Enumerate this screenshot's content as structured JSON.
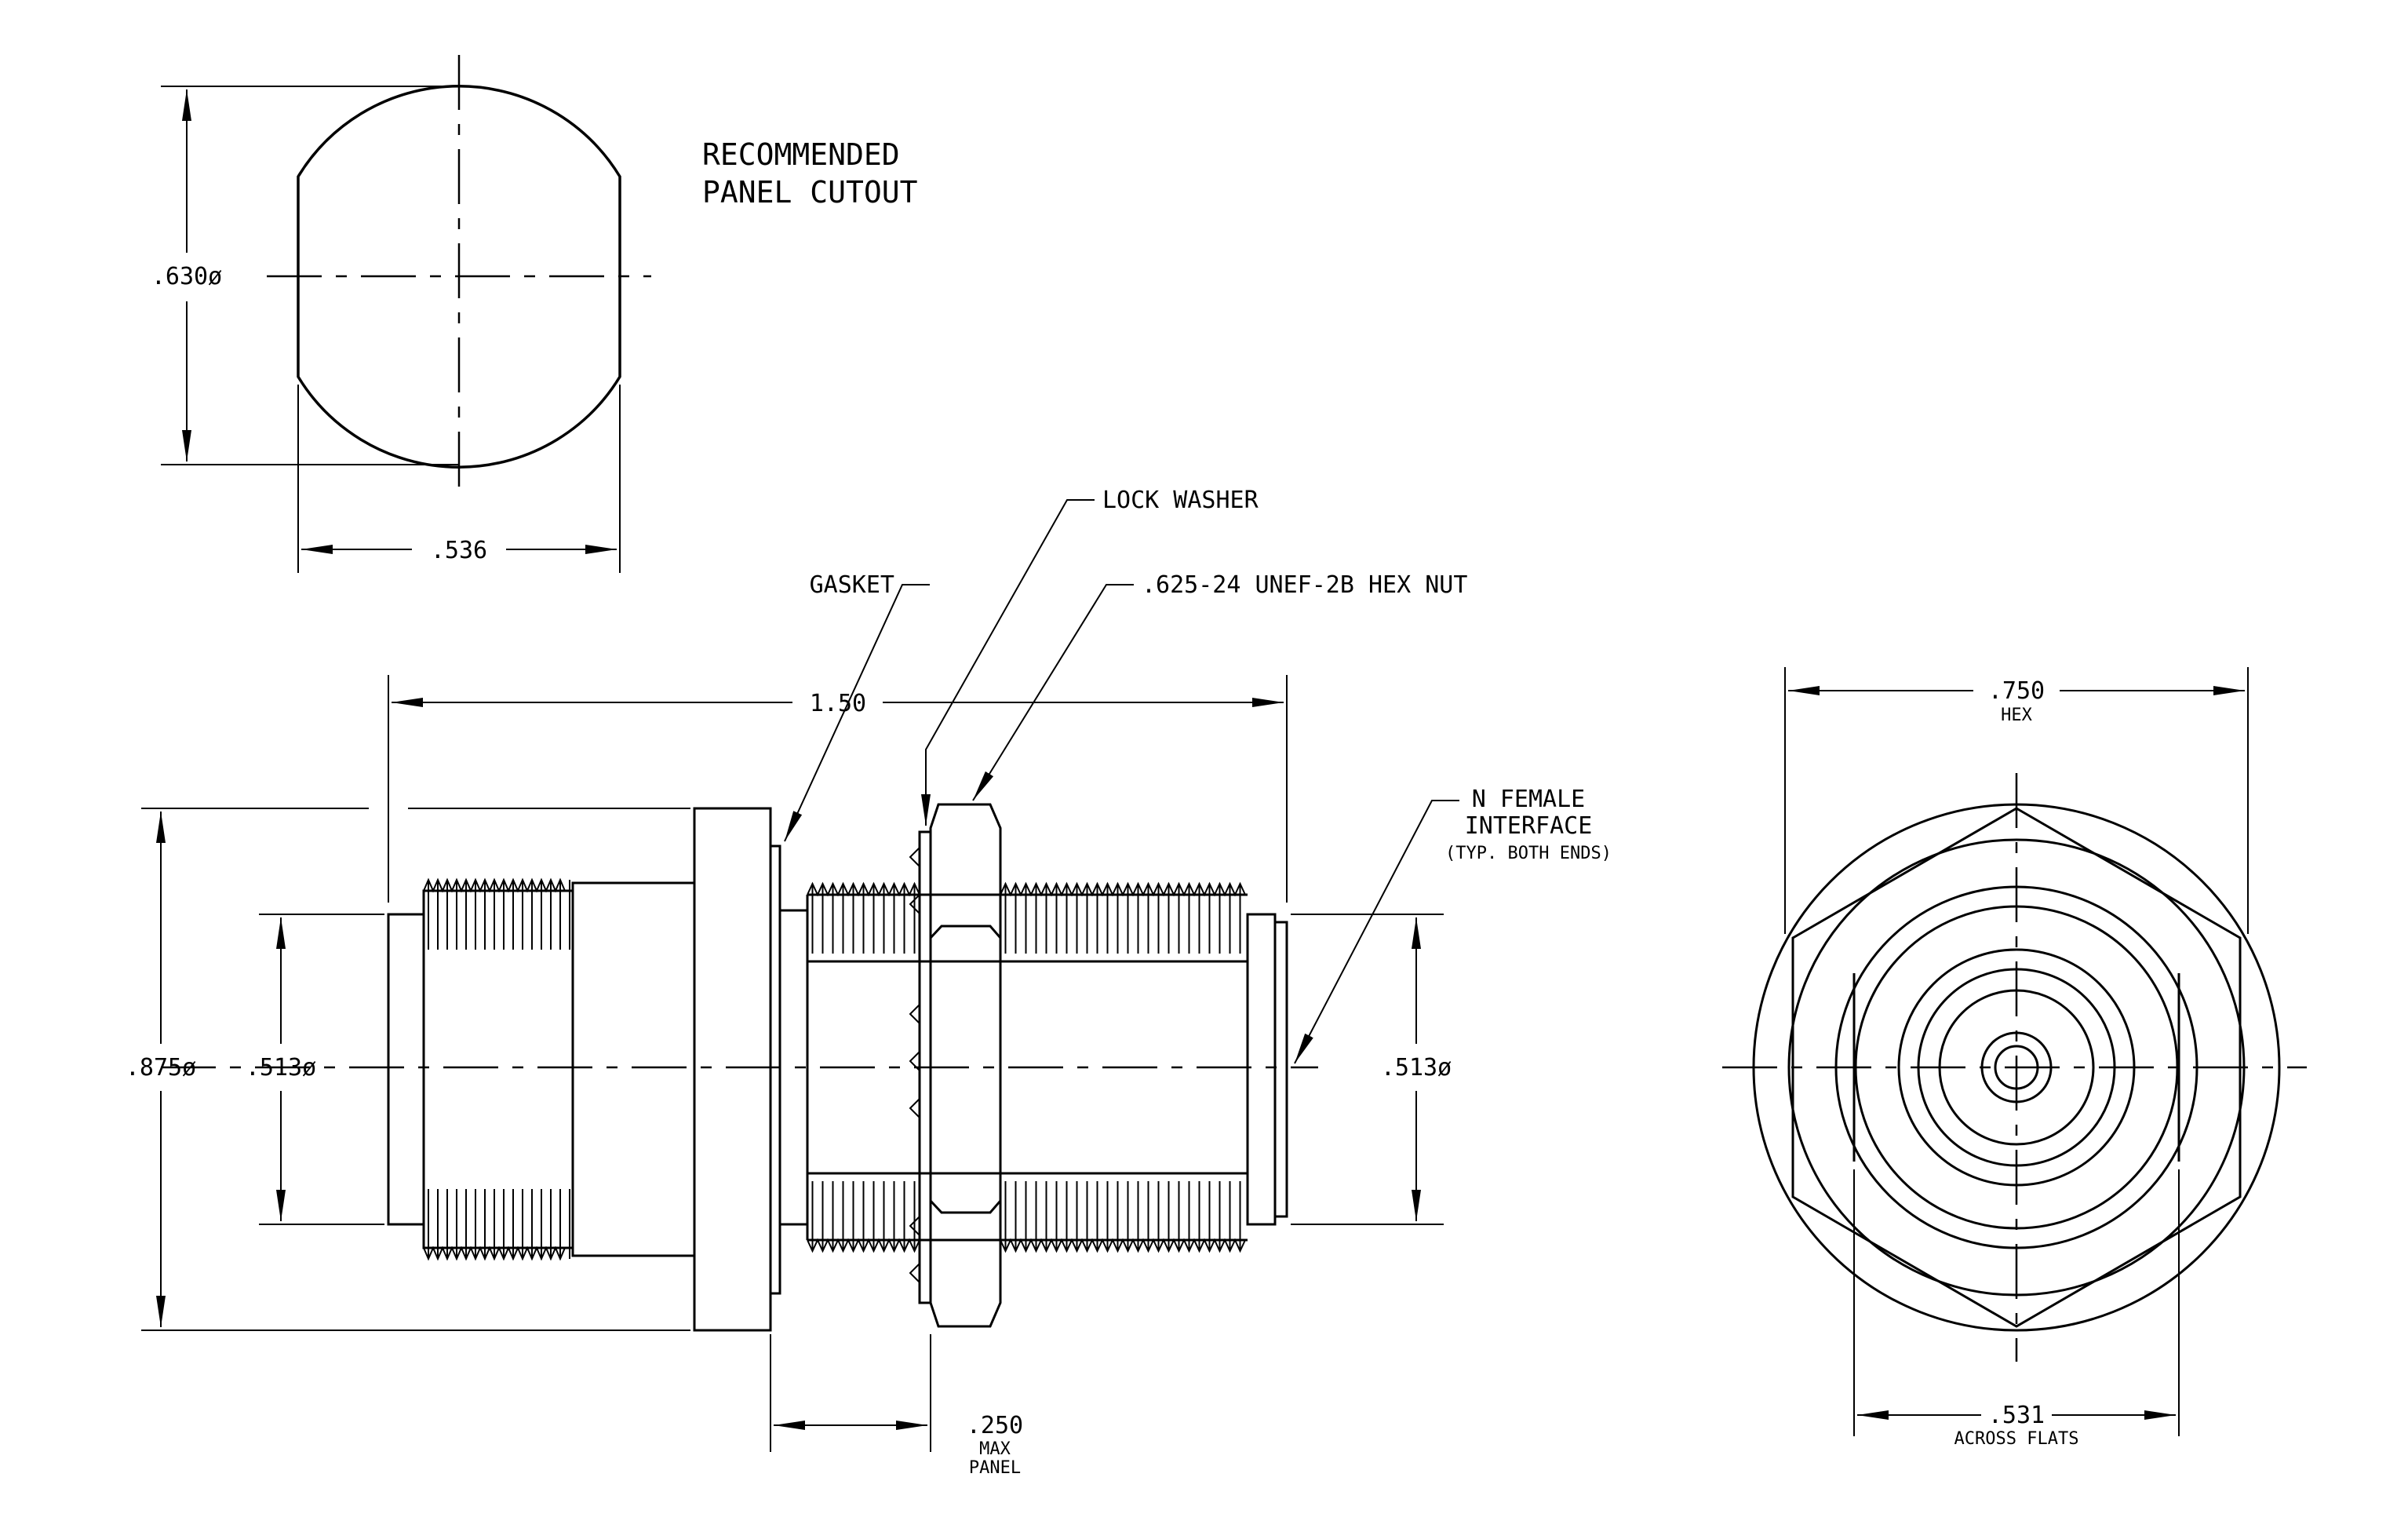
{
  "cutout": {
    "title_line1": "RECOMMENDED",
    "title_line2": "PANEL CUTOUT",
    "height_dim": ".630ø",
    "width_dim": ".536"
  },
  "side_view": {
    "length_dim": "1.50",
    "flange_dia": ".875ø",
    "left_dia": ".513ø",
    "right_dia": ".513ø",
    "panel_dim": ".250",
    "panel_sub1": "MAX",
    "panel_sub2": "PANEL",
    "gasket_label": "GASKET",
    "lockwasher_label": "LOCK WASHER",
    "hexnut_label": ".625-24 UNEF-2B HEX NUT",
    "interface_line1": "N FEMALE",
    "interface_line2": "INTERFACE",
    "interface_line3": "(TYP. BOTH ENDS)"
  },
  "end_view": {
    "hex_dim": ".750",
    "hex_sub": "HEX",
    "flats_dim": ".531",
    "flats_sub": "ACROSS FLATS"
  }
}
